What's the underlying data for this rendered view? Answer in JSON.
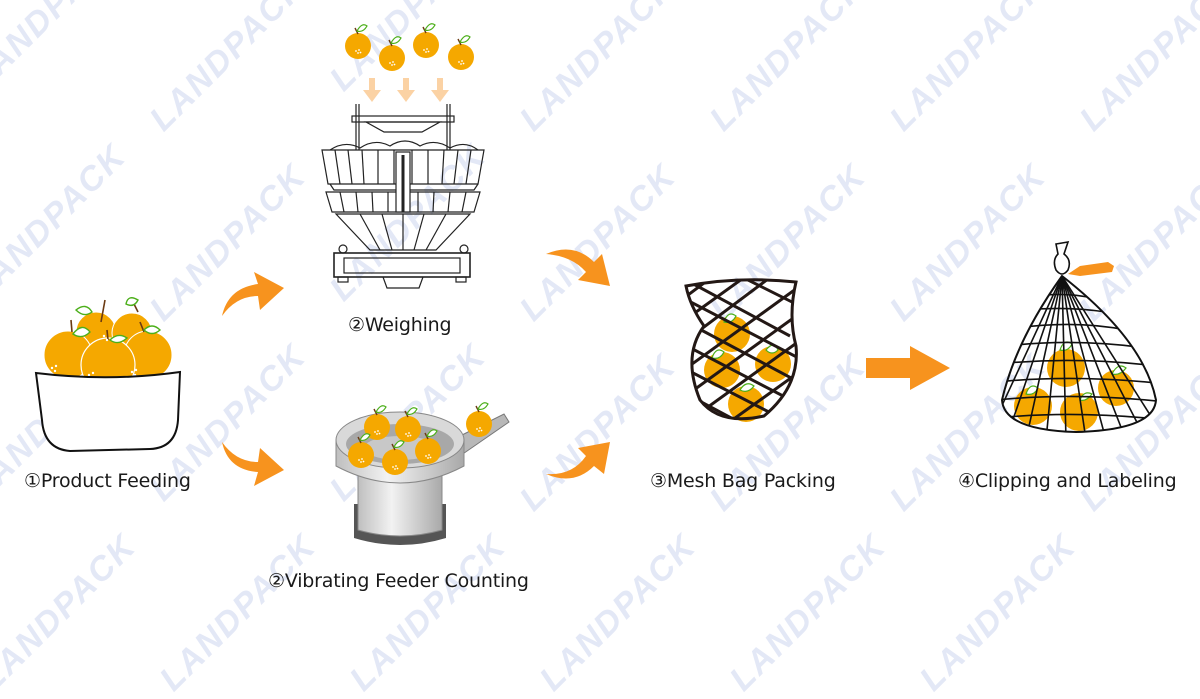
{
  "watermark": {
    "text": "LANDPACK",
    "color": "#e3e8f6"
  },
  "colors": {
    "orange": "#f5a800",
    "arrow": "#f7931e",
    "leaf": "#4caf1a",
    "line": "#222222",
    "tag": "#f7931e"
  },
  "steps": [
    {
      "number": "①",
      "title": "Product Feeding",
      "label": "①Product Feeding",
      "icon": "bowl-of-oranges-icon"
    },
    {
      "number": "②",
      "title": "Weighing",
      "label": "②Weighing",
      "icon": "multihead-weigher-icon"
    },
    {
      "number": "②",
      "title": "Vibrating Feeder Counting",
      "label": "②Vibrating Feeder Counting",
      "icon": "vibrating-feeder-icon"
    },
    {
      "number": "③",
      "title": "Mesh Bag Packing",
      "label": "③Mesh Bag Packing",
      "icon": "mesh-bag-icon"
    },
    {
      "number": "④",
      "title": "Clipping and Labeling",
      "label": "④Clipping and Labeling",
      "icon": "clipped-labeled-bag-icon"
    }
  ],
  "flow": [
    {
      "from": "Product Feeding",
      "to": "Weighing"
    },
    {
      "from": "Product Feeding",
      "to": "Vibrating Feeder Counting"
    },
    {
      "from": "Weighing",
      "to": "Mesh Bag Packing"
    },
    {
      "from": "Vibrating Feeder Counting",
      "to": "Mesh Bag Packing"
    },
    {
      "from": "Mesh Bag Packing",
      "to": "Clipping and Labeling"
    }
  ]
}
